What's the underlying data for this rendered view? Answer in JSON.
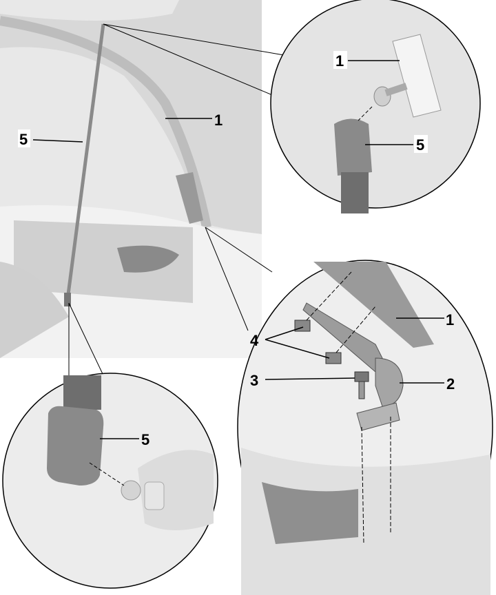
{
  "callouts": {
    "main_hood": "1",
    "main_strut": "5",
    "top_detail_hood": "1",
    "top_detail_strut": "5",
    "hinge_detail_hood": "1",
    "hinge_detail_nuts": "4",
    "hinge_detail_bolt": "3",
    "hinge_detail_hinge": "2",
    "bottom_detail_strut": "5"
  },
  "colors": {
    "background": "#ffffff",
    "photo": "#e6e6e6",
    "part": "#9a9a9a",
    "line": "#000000"
  }
}
